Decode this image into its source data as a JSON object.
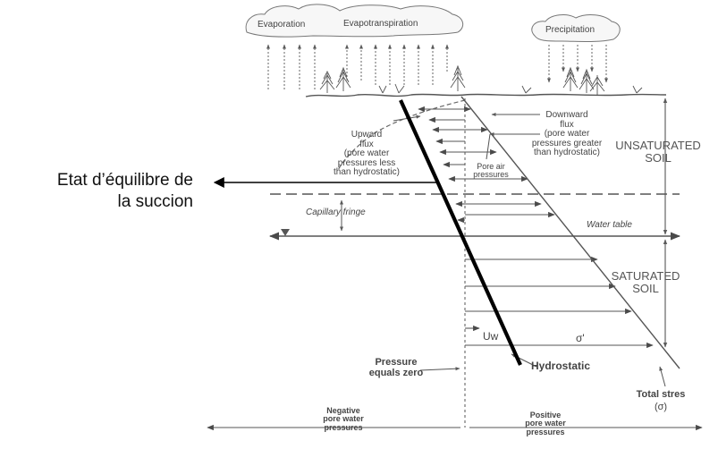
{
  "atmosphere": {
    "evaporation": "Evaporation",
    "evapotranspiration": "Evapotranspiration",
    "precipitation": "Precipitation"
  },
  "fluxes": {
    "upward": [
      "Upward",
      "flux",
      "(pore water",
      "pressures less",
      "than hydrostatic)"
    ],
    "downward": [
      "Downward",
      "flux",
      "(pore water",
      "pressures greater",
      "than hydrostatic)"
    ],
    "pore_air": [
      "Pore air",
      "pressures"
    ]
  },
  "zones": {
    "unsaturated": [
      "UNSATURATED",
      "SOIL"
    ],
    "saturated": [
      "SATURATED",
      "SOIL"
    ],
    "capillary_fringe": "Capillary fringe",
    "water_table": "Water table"
  },
  "stress_labels": {
    "uw": "Uw",
    "sigma_prime": "σ'",
    "pressure_zero": [
      "Pressure",
      "equals zero"
    ],
    "hydrostatic": "Hydrostatic",
    "total_stress": [
      "Total stres",
      "(σ)"
    ]
  },
  "axis": {
    "negative": [
      "Negative",
      "pore water",
      "pressures"
    ],
    "positive": [
      "Positive",
      "pore water",
      "pressures"
    ]
  },
  "annotation": {
    "line1": "Etat d’équilibre  de",
    "line2": "la succion"
  },
  "colors": {
    "diagram_ink": "#4a4a4a",
    "annotation_ink": "#000000"
  }
}
